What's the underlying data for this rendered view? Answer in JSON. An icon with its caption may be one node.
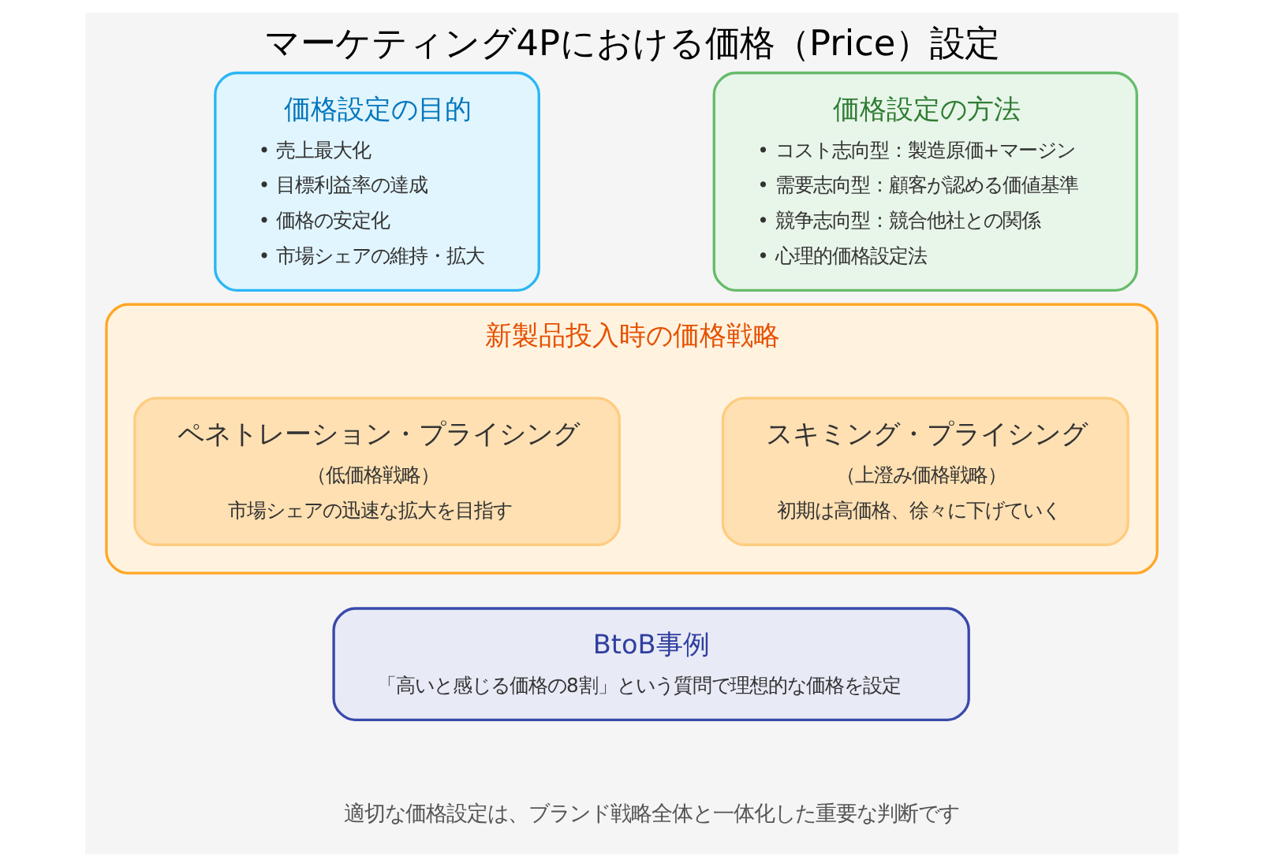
{
  "diagram": {
    "title": "マーケティング4Pにおける価格（Price）設定",
    "caption": "適切な価格設定は、ブランド戦略全体と一体化した重要な判断です",
    "nodes": [
      {
        "text": [
          "価格設定の目的",
          "• 売上最大化",
          "• 目標利益率の達成",
          "• 価格の安定化",
          "• 市場シェアの維持・拡大"
        ]
      },
      {
        "text": [
          "価格設定の方法",
          "• コスト志向型：製造原価+マージン",
          "• 需要志向型：顧客が認める価値基準",
          "• 競争志向型：競合他社との関係",
          "• 心理的価格設定法"
        ]
      },
      {
        "text": [
          "新製品投入時の価格戦略"
        ]
      },
      {
        "text": [
          "ペネトレーション・プライシング",
          "（低価格戦略）",
          "市場シェアの迅速な拡大を目指す"
        ],
        "in": 2
      },
      {
        "text": [
          "スキミング・プライシング",
          "（上澄み価格戦略）",
          "初期は高価格、徐々に下げていく"
        ],
        "in": 2
      },
      {
        "text": [
          "BtoB事例",
          "「高いと感じる価格の8割」という質問で理想的な価格を設定"
        ]
      }
    ]
  }
}
